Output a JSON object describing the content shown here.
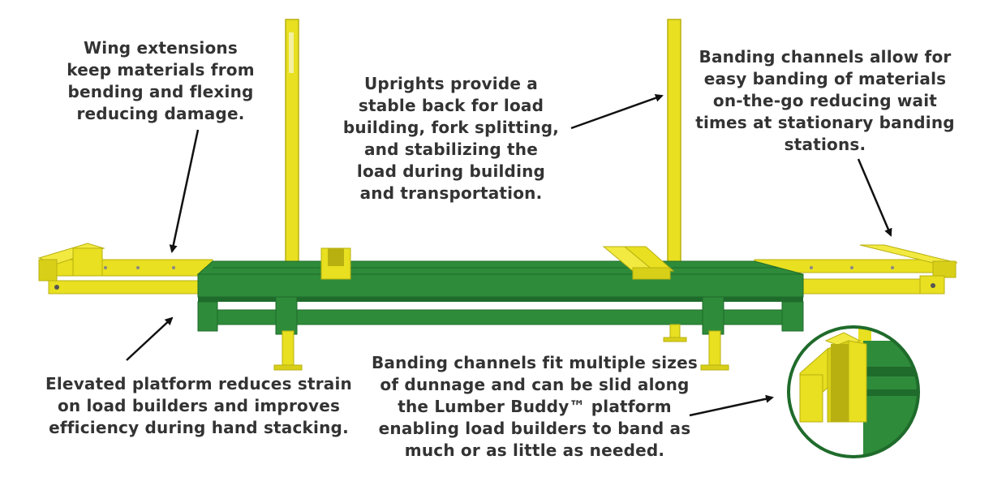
{
  "callouts": {
    "wing": [
      "Wing extensions",
      "keep materials from",
      "bending and flexing",
      "reducing damage."
    ],
    "uprights": [
      "Uprights provide a",
      "stable back for load",
      "building, fork splitting,",
      "and stabilizing the",
      "load during building",
      "and transportation."
    ],
    "banding": [
      "Banding channels allow for",
      "easy banding of materials",
      "on-the-go reducing wait",
      "times at stationary banding",
      "stations."
    ],
    "elevated": [
      "Elevated platform reduces strain",
      "on load builders and improves",
      "efficiency during hand stacking."
    ],
    "fit": [
      "Banding channels fit multiple sizes",
      "of dunnage and can be slid along",
      "the Lumber Buddy™ platform",
      "enabling load builders to band as",
      "much or as little as needed."
    ]
  },
  "colors": {
    "frame_green": "#2e8b3a",
    "frame_green_dark": "#1f6b2b",
    "frame_yellow": "#e8e020",
    "frame_yellow_dark": "#b8b010",
    "text": "#333333",
    "arrow": "#111111"
  }
}
